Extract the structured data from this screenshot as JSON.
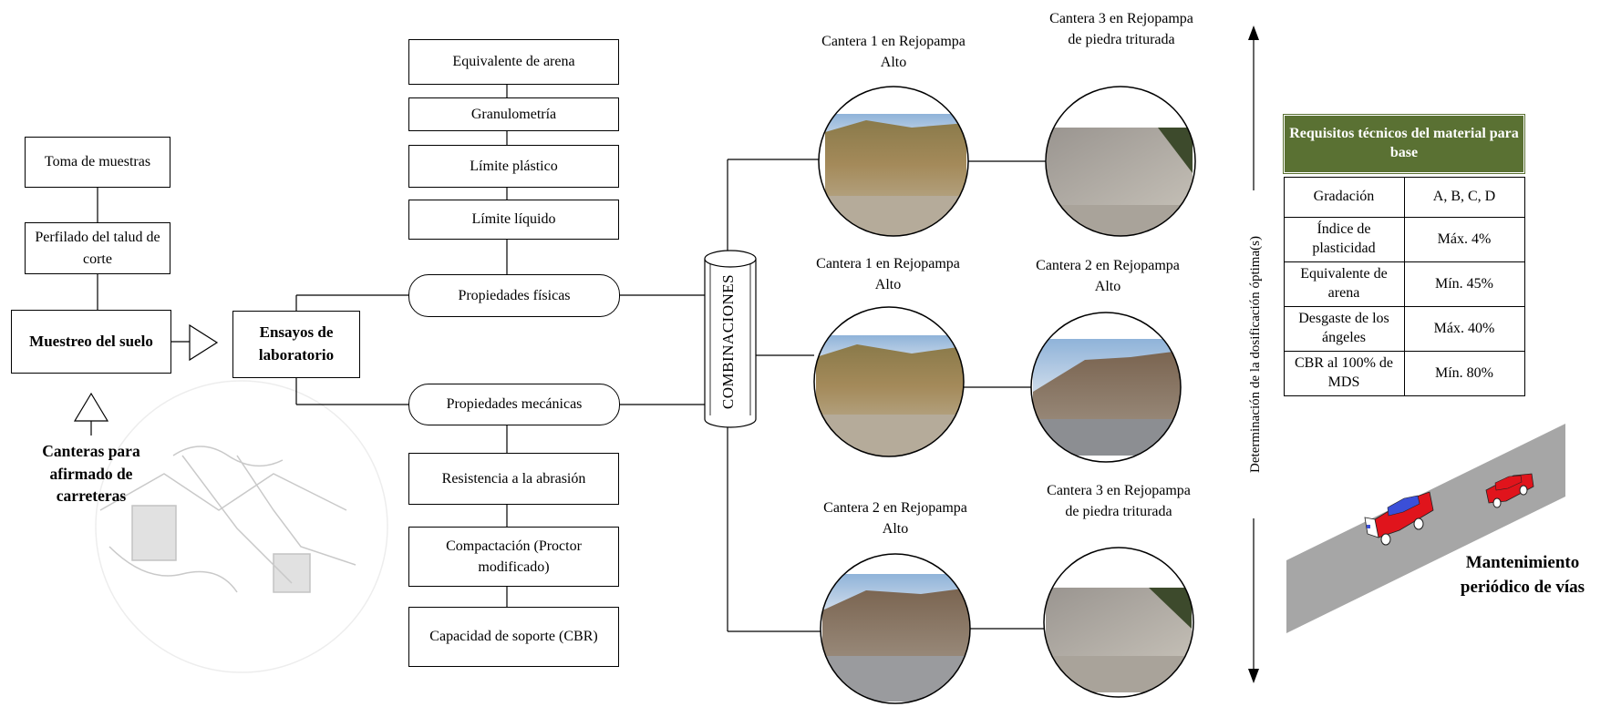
{
  "sampling": {
    "toma_muestras": "Toma de muestras",
    "perfilado": "Perfilado del talud de corte",
    "muestreo": "Muestreo del suelo",
    "canteras": "Canteras para afirmado de carreteras"
  },
  "lab": {
    "ensayos": "Ensayos de laboratorio",
    "propiedades_fisicas": "Propiedades físicas",
    "propiedades_mecanicas": "Propiedades mecánicas"
  },
  "physical_tests": [
    "Equivalente de arena",
    "Granulometría",
    "Límite plástico",
    "Límite líquido"
  ],
  "mechanical_tests": [
    "Resistencia a la abrasión",
    "Compactación (Proctor modificado)",
    "Capacidad de soporte (CBR)"
  ],
  "combinaciones": "COMBINACIONES",
  "quarries": {
    "row1_left": "Cantera 1 en Rejopampa Alto",
    "row1_right": "Cantera 3 en Rejopampa de piedra triturada",
    "row2_left": "Cantera 1 en Rejopampa Alto",
    "row2_right": "Cantera 2 en Rejopampa Alto",
    "row3_left": "Cantera 2 en Rejopampa Alto",
    "row3_right": "Cantera 3 en Rejopampa de piedra triturada"
  },
  "axis_label": "Determinación de la dosificación óptima(s)",
  "requirements": {
    "title": "Requisitos técnicos del material para base",
    "rows": [
      {
        "param": "Gradación",
        "value": "A, B, C, D"
      },
      {
        "param": "Índice de plasticidad",
        "value": "Máx. 4%"
      },
      {
        "param": "Equivalente de arena",
        "value": "Mín. 45%"
      },
      {
        "param": "Desgaste de los ángeles",
        "value": "Máx. 40%"
      },
      {
        "param": "CBR al 100% de MDS",
        "value": "Mín. 80%"
      }
    ]
  },
  "mantenimiento": "Mantenimiento periódico de vías",
  "colors": {
    "table_header": "#5a7133",
    "road": "#a6a6a6",
    "car_red": "#e0141c",
    "car_blue": "#3b4fd8"
  }
}
